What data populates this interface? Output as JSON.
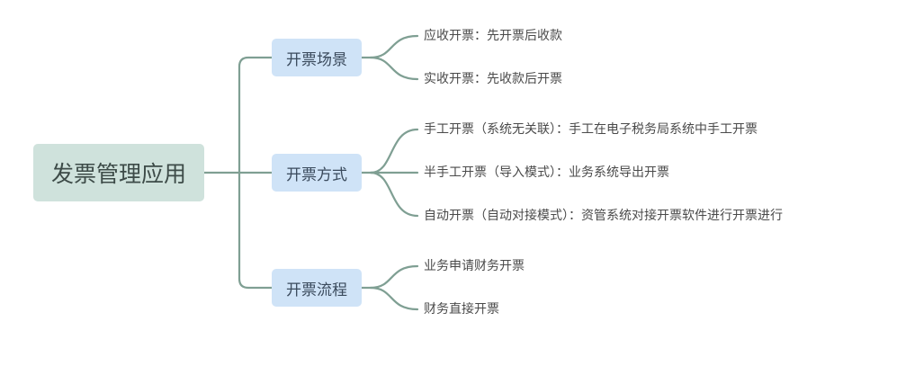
{
  "colors": {
    "root_fill": "#cfe2dc",
    "branch_fill": "#cfe3f7",
    "connector": "#7f9f93",
    "leaf_text": "#4a4a4a"
  },
  "root": {
    "label": "发票管理应用"
  },
  "branches": [
    {
      "label": "开票场景",
      "leaves": [
        "应收开票：先开票后收款",
        "实收开票：先收款后开票"
      ]
    },
    {
      "label": "开票方式",
      "leaves": [
        "手工开票（系统无关联）：手工在电子税务局系统中手工开票",
        "半手工开票（导入模式）：业务系统导出开票",
        "自动开票（自动对接模式）：资管系统对接开票软件进行开票进行"
      ]
    },
    {
      "label": "开票流程",
      "leaves": [
        "业务申请财务开票",
        "财务直接开票"
      ]
    }
  ]
}
